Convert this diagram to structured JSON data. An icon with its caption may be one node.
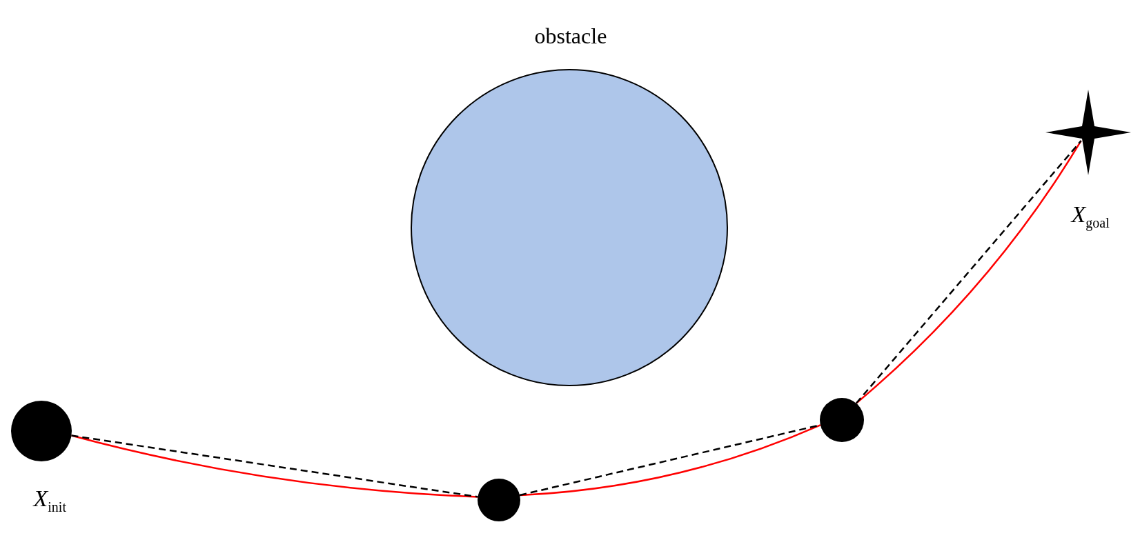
{
  "diagram": {
    "nodes": [
      {
        "text": [
          "obstacle"
        ]
      },
      {
        "text": [],
        "shape": "circle",
        "beside": [
          "*X*$_{init}$"
        ]
      },
      {
        "text": [],
        "shape": "circle"
      },
      {
        "text": [],
        "shape": "circle"
      },
      {
        "text": [],
        "shape": "star",
        "beside": [
          "*X*$_{goal}$"
        ]
      }
    ],
    "edges": [
      {
        "from": 1,
        "to": 2,
        "arrow": "none",
        "color": "#ff0000"
      },
      {
        "from": 2,
        "to": 3,
        "arrow": "none",
        "color": "#ff0000"
      },
      {
        "from": 3,
        "to": 4,
        "arrow": "none",
        "color": "#ff0000"
      },
      {
        "from": 1,
        "to": 2,
        "arrow": "none",
        "style": "dashed",
        "color": "#000000"
      },
      {
        "from": 2,
        "to": 3,
        "arrow": "none",
        "style": "dashed",
        "color": "#000000"
      },
      {
        "from": 3,
        "to": 4,
        "arrow": "none",
        "style": "dashed",
        "color": "#000000"
      }
    ]
  }
}
